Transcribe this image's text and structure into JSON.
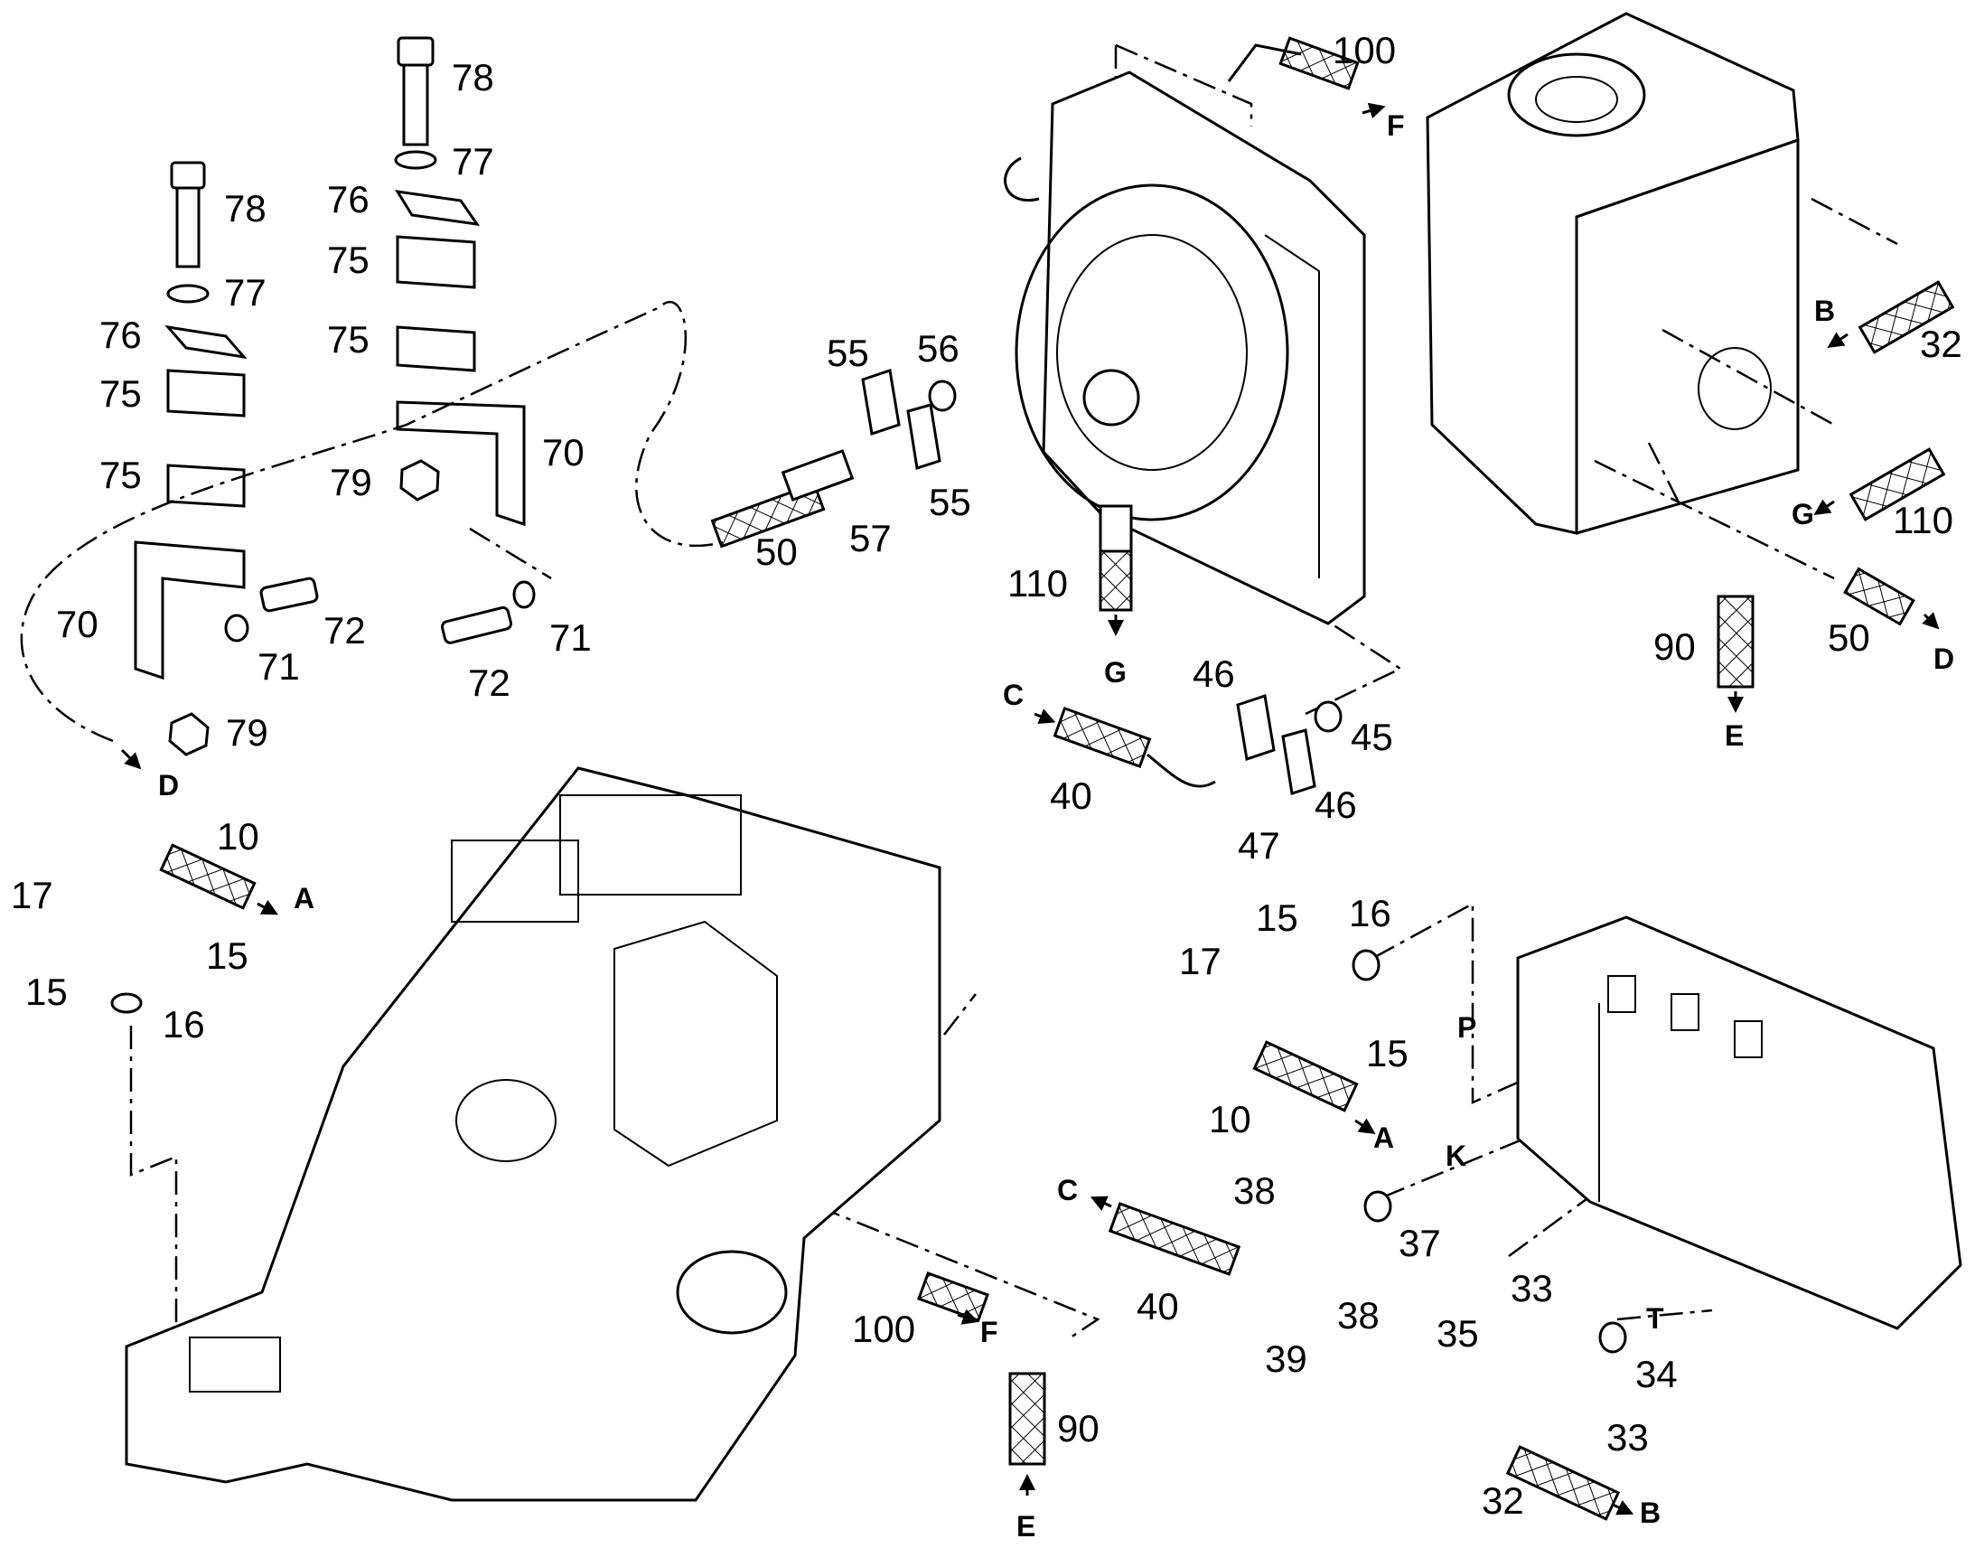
{
  "part_labels": [
    {
      "text": "78"
    },
    {
      "text": "77"
    },
    {
      "text": "76"
    },
    {
      "text": "75"
    },
    {
      "text": "75"
    },
    {
      "text": "79"
    },
    {
      "text": "70"
    },
    {
      "text": "78"
    },
    {
      "text": "77"
    },
    {
      "text": "76"
    },
    {
      "text": "75"
    },
    {
      "text": "75"
    },
    {
      "text": "75"
    },
    {
      "text": "70"
    },
    {
      "text": "72"
    },
    {
      "text": "71"
    },
    {
      "text": "79"
    },
    {
      "text": "72"
    },
    {
      "text": "71"
    },
    {
      "text": "55"
    },
    {
      "text": "56"
    },
    {
      "text": "55"
    },
    {
      "text": "57"
    },
    {
      "text": "50"
    },
    {
      "text": "100"
    },
    {
      "text": "110"
    },
    {
      "text": "46"
    },
    {
      "text": "45"
    },
    {
      "text": "46"
    },
    {
      "text": "40"
    },
    {
      "text": "47"
    },
    {
      "text": "32"
    },
    {
      "text": "110"
    },
    {
      "text": "50"
    },
    {
      "text": "90"
    },
    {
      "text": "10"
    },
    {
      "text": "17"
    },
    {
      "text": "15"
    },
    {
      "text": "15"
    },
    {
      "text": "16"
    },
    {
      "text": "15"
    },
    {
      "text": "16"
    },
    {
      "text": "17"
    },
    {
      "text": "15"
    },
    {
      "text": "10"
    },
    {
      "text": "38"
    },
    {
      "text": "37"
    },
    {
      "text": "40"
    },
    {
      "text": "38"
    },
    {
      "text": "39"
    },
    {
      "text": "100"
    },
    {
      "text": "90"
    },
    {
      "text": "33"
    },
    {
      "text": "35"
    },
    {
      "text": "34"
    },
    {
      "text": "33"
    },
    {
      "text": "32"
    }
  ],
  "connection_letters": [
    {
      "text": "F"
    },
    {
      "text": "B"
    },
    {
      "text": "G"
    },
    {
      "text": "D"
    },
    {
      "text": "E"
    },
    {
      "text": "G"
    },
    {
      "text": "C"
    },
    {
      "text": "D"
    },
    {
      "text": "A"
    },
    {
      "text": "P"
    },
    {
      "text": "A"
    },
    {
      "text": "K"
    },
    {
      "text": "C"
    },
    {
      "text": "T"
    },
    {
      "text": "F"
    },
    {
      "text": "E"
    },
    {
      "text": "B"
    }
  ]
}
